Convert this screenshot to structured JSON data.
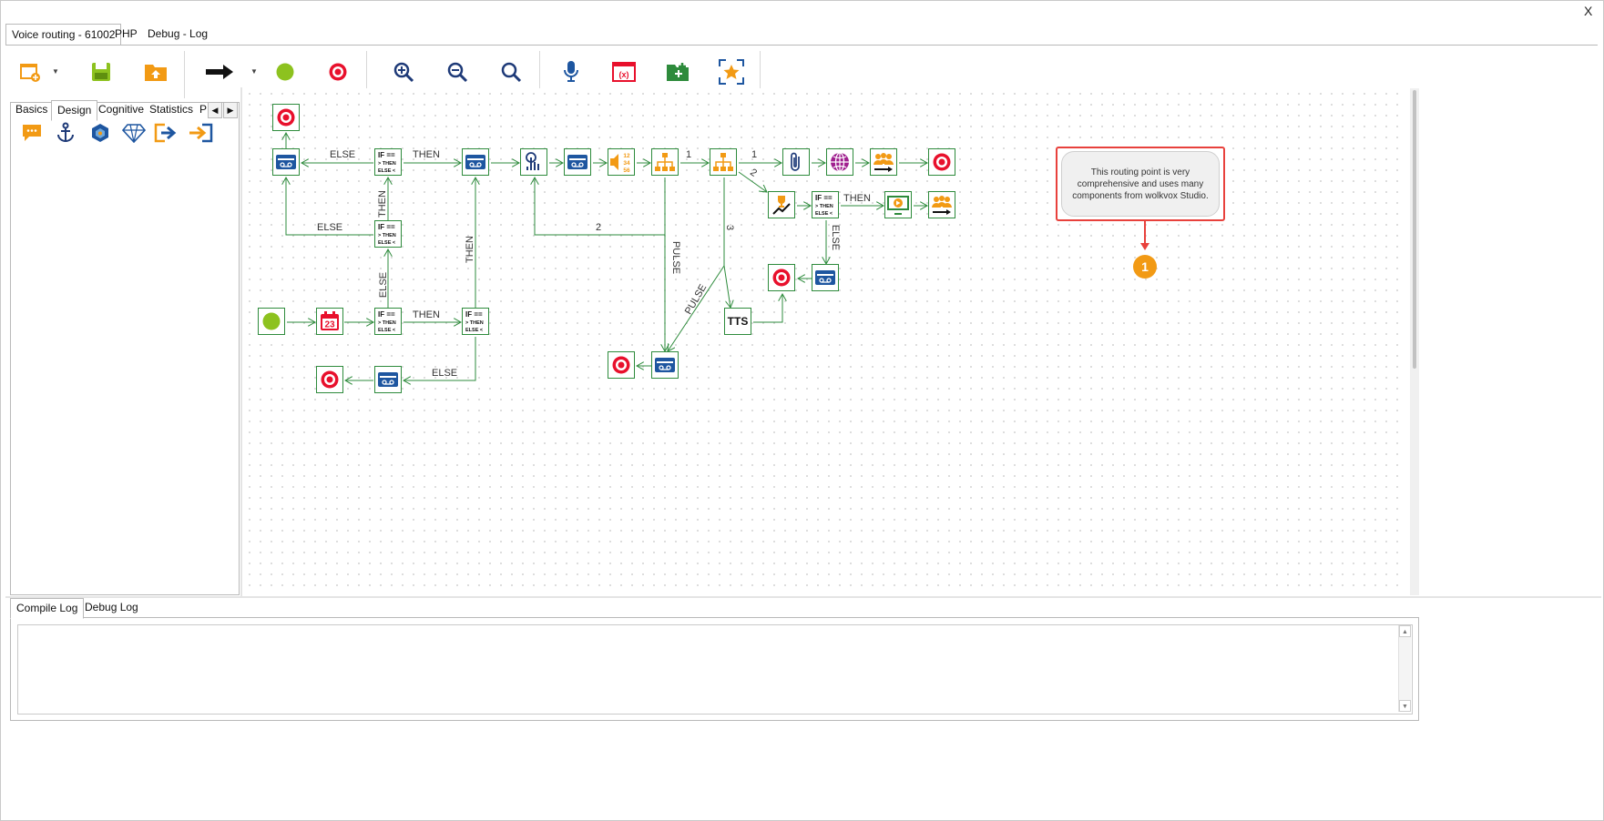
{
  "window": {
    "close_label": "X"
  },
  "doc_tabs": [
    {
      "label": "Voice routing - 61002",
      "active": true
    },
    {
      "label": "PHP",
      "active": false
    },
    {
      "label": "Debug - Log",
      "active": false
    }
  ],
  "toolbar": {
    "new_icon": "new-window-icon",
    "save_icon": "save-icon",
    "publish_icon": "upload-icon",
    "connector_icon": "arrow-connector-icon",
    "start_icon": "start-circle-icon",
    "end_icon": "end-target-icon",
    "zoom_in_icon": "zoom-in-icon",
    "zoom_out_icon": "zoom-out-icon",
    "zoom_fit_icon": "zoom-fit-icon",
    "record_icon": "microphone-icon",
    "variables_icon": "variables-icon",
    "add_folder_icon": "add-folder-icon",
    "favorite_icon": "favorite-select-icon",
    "accent_orange": "#f29a14",
    "accent_green": "#8dc21f",
    "accent_red": "#e8102c",
    "accent_blue": "#1e56a0"
  },
  "palette": {
    "tabs": [
      {
        "label": "Basics",
        "active": false
      },
      {
        "label": "Design",
        "active": true
      },
      {
        "label": "Cognitive",
        "active": false
      },
      {
        "label": "Statistics",
        "active": false
      },
      {
        "label": "P",
        "active": false
      }
    ],
    "scroll_left": "◀",
    "scroll_right": "▶",
    "icons": [
      "comment-icon",
      "anchor-icon",
      "hexagon-icon",
      "diamond-icon",
      "exit-arrow-icon",
      "enter-arrow-icon"
    ]
  },
  "flow": {
    "edge_labels": {
      "else_top": "ELSE",
      "then_top": "THEN",
      "then_vertical_left": "THEN",
      "else_mid": "ELSE",
      "else_vertical": "ELSE",
      "then_vertical_right": "THEN",
      "then_bottom": "THEN",
      "else_bottom": "ELSE",
      "two_loop": "2",
      "pulse_vertical": "PULSE",
      "pulse_diagonal": "PULSE",
      "one_a": "1",
      "one_b": "1",
      "two_diag": "2",
      "three": "3",
      "then_right": "THEN",
      "else_right": "ELSE"
    },
    "if_text": {
      "line1": "IF ==",
      "line2": "> THEN",
      "line3": "ELSE <"
    },
    "tts_text": "TTS",
    "calendar_text": "23",
    "menu_text": {
      "r1": "12",
      "r2": "34",
      "r3": "56"
    },
    "node_colors": {
      "border": "#2e8b3c",
      "blue": "#1e56a0",
      "orange": "#f29a14",
      "red": "#e8102c",
      "purple": "#a0208f"
    }
  },
  "note": {
    "text": "This routing point is very comprehensive and uses many components from wolkvox Studio.",
    "badge": "1"
  },
  "log": {
    "tabs": [
      {
        "label": "Compile Log",
        "active": true
      },
      {
        "label": "Debug Log",
        "active": false
      }
    ],
    "content": "",
    "scroll_up": "▲",
    "scroll_down": "▼"
  }
}
